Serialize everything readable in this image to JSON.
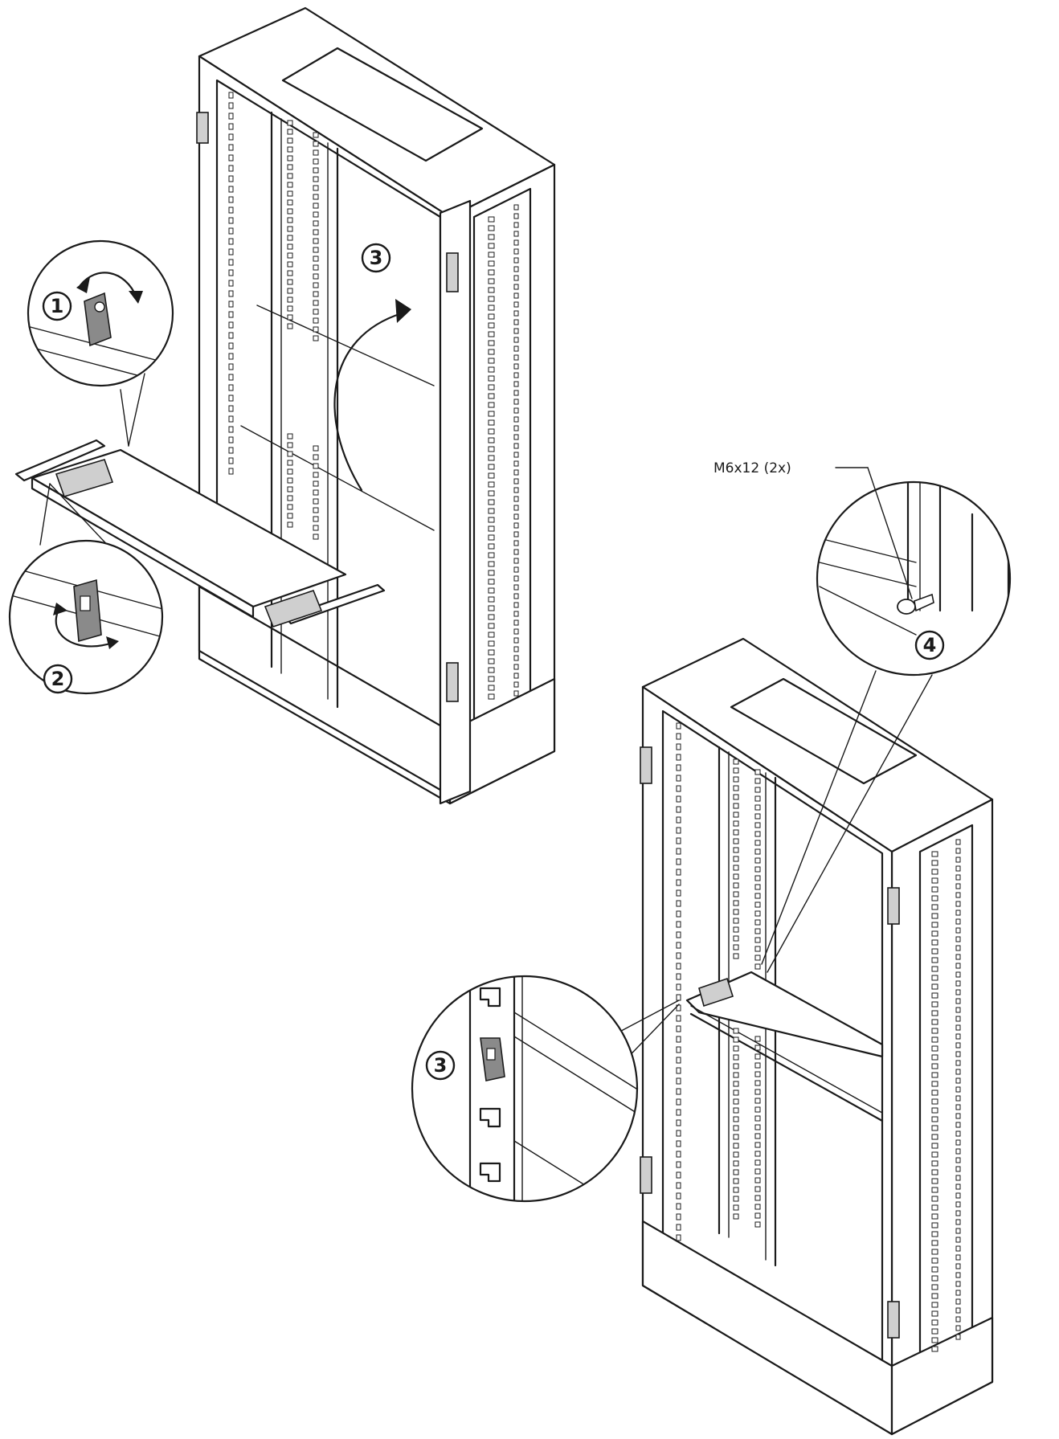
{
  "steps": {
    "step1": "1",
    "step2": "2",
    "step3_top": "3",
    "step3_bottom": "3",
    "step4": "4"
  },
  "screw_label": "M6x12 (2x)",
  "icons": [
    "rotate-arrow-icon",
    "rotate-arrow-icon",
    "swing-arrow-icon"
  ]
}
